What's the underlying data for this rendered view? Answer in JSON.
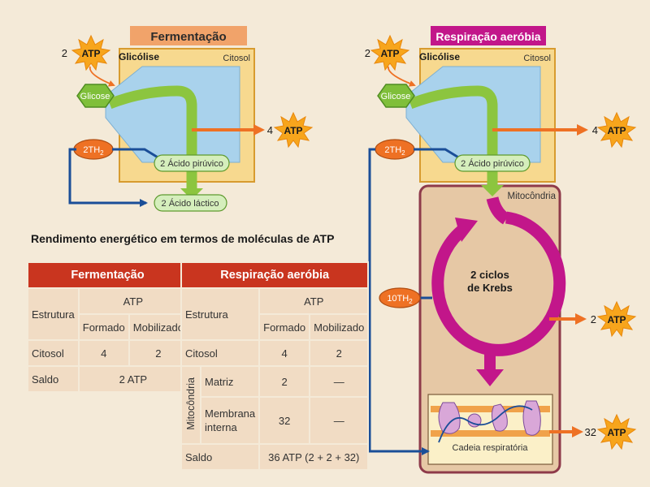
{
  "fermentacao": {
    "title": "Fermentação",
    "atp_in": "2",
    "atp_badge": "ATP",
    "glicolise": "Glicólise",
    "citosol": "Citosol",
    "glicose": "Glicose",
    "th2": "2TH",
    "th2_sub": "2",
    "acido_piruvico": "2 Ácido pirúvico",
    "atp_out": "4",
    "acido_lactico": "2 Ácido láctico"
  },
  "respiracao": {
    "title": "Respiração aeróbia",
    "atp_in": "2",
    "atp_badge": "ATP",
    "glicolise": "Glicólise",
    "citosol": "Citosol",
    "glicose": "Glicose",
    "th2": "2TH",
    "th2_sub": "2",
    "acido_piruvico": "2 Ácido pirúvico",
    "atp_out": "4",
    "mitocondria": "Mitocôndria",
    "krebs_line1": "2 ciclos",
    "krebs_line2": "de Krebs",
    "th10": "10TH",
    "th10_sub": "2",
    "atp_krebs": "2",
    "cadeia": "Cadeia respiratória",
    "atp_cadeia": "32"
  },
  "colors": {
    "background": "#f4ead8",
    "fermentacao_title_bg": "#f1a36a",
    "respiracao_title_bg": "#c2168a",
    "cytosol_box": "#f7d98f",
    "glycolysis_channel": "#a9d2ec",
    "green_arrow": "#8cc53f",
    "orange_arrow": "#ee7124",
    "blue_line": "#1a4e98",
    "atp_star": "#f7a51c",
    "mitochondria": "#e6c8a5",
    "krebs": "#c2168a",
    "table_header": "#c9351f",
    "table_cell": "#f1dcc4"
  },
  "summary": {
    "heading": "Rendimento energético em termos de moléculas de ATP",
    "fermentacao_table": {
      "title": "Fermentação",
      "col_estrutura": "Estrutura",
      "col_atp": "ATP",
      "col_formado": "Formado",
      "col_mobilizado": "Mobilizado",
      "row_citosol": "Citosol",
      "citosol_formado": "4",
      "citosol_mobilizado": "2",
      "row_saldo": "Saldo",
      "saldo_value": "2 ATP"
    },
    "respiracao_table": {
      "title": "Respiração aeróbia",
      "col_estrutura": "Estrutura",
      "col_atp": "ATP",
      "col_formado": "Formado",
      "col_mobilizado": "Mobilizado",
      "row_citosol": "Citosol",
      "citosol_formado": "4",
      "citosol_mobilizado": "2",
      "group_mitocondria": "Mitocôndria",
      "row_matriz": "Matriz",
      "matriz_formado": "2",
      "matriz_mobilizado": "—",
      "row_membrana_1": "Membrana",
      "row_membrana_2": "interna",
      "membrana_formado": "32",
      "membrana_mobilizado": "—",
      "row_saldo": "Saldo",
      "saldo_value": "36 ATP (2 + 2 + 32)"
    }
  }
}
